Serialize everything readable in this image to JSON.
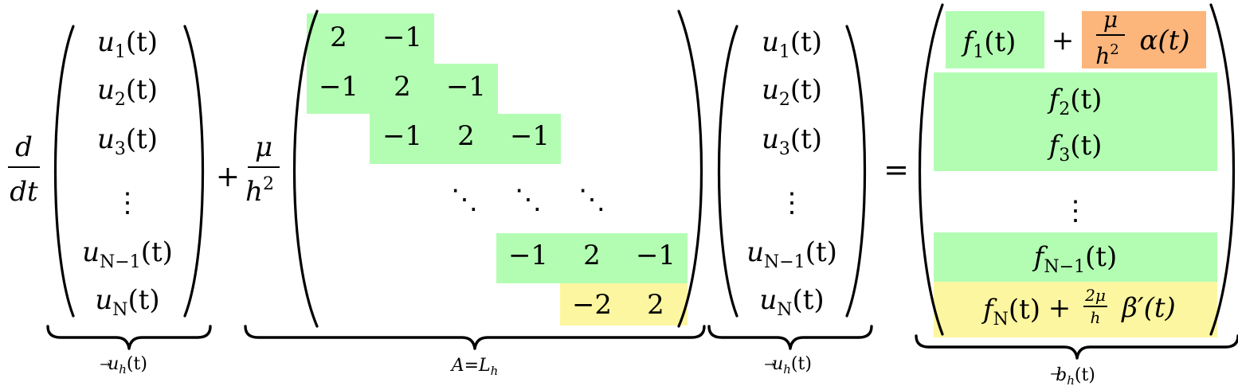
{
  "colors": {
    "green": "#b3fdb3",
    "orange": "#fcb57b",
    "yellow": "#fdf6a0",
    "text": "#000000",
    "background": "#ffffff"
  },
  "derivative": {
    "numerator": "d",
    "denominator": "dt"
  },
  "plus": "+",
  "equals": "=",
  "dots": {
    "vertical": "⋮",
    "diagonal": "⋱"
  },
  "u_vector": {
    "entries": [
      {
        "base": "u",
        "sub": "1",
        "arg": "(t)"
      },
      {
        "base": "u",
        "sub": "2",
        "arg": "(t)"
      },
      {
        "base": "u",
        "sub": "3",
        "arg": "(t)"
      },
      {
        "base": "u",
        "sub": "N−1",
        "arg": "(t)"
      },
      {
        "base": "u",
        "sub": "N",
        "arg": "(t)"
      }
    ],
    "brace_label": {
      "base": "u",
      "sub": "h",
      "arg": "(t)"
    }
  },
  "coefficient": {
    "numerator": "μ",
    "denominator": "h",
    "power": "2"
  },
  "matrix": {
    "rows": [
      [
        "2",
        "−1"
      ],
      [
        "−1",
        "2",
        "−1"
      ],
      [
        "−1",
        "2",
        "−1"
      ],
      [
        "⋱",
        "⋱",
        "⋱"
      ],
      [
        "−1",
        "2",
        "−1"
      ],
      [
        "−2",
        "2"
      ]
    ],
    "brace_label": {
      "text": "A=",
      "script": "L",
      "sub": "h"
    }
  },
  "b_vector": {
    "row1": {
      "f": {
        "base": "f",
        "sub": "1",
        "arg": "(t)"
      },
      "plus": "+",
      "frac": {
        "numerator": "μ",
        "denominator": "h",
        "power": "2"
      },
      "term": "α(t)"
    },
    "rows": [
      {
        "base": "f",
        "sub": "2",
        "arg": "(t)"
      },
      {
        "base": "f",
        "sub": "3",
        "arg": "(t)"
      },
      {
        "base": "f",
        "sub": "N−1",
        "arg": "(t)"
      }
    ],
    "last": {
      "f": {
        "base": "f",
        "sub": "N",
        "arg": "(t)"
      },
      "plus": "+",
      "frac": {
        "numerator": "2μ",
        "denominator": "h"
      },
      "term": "β′(t)"
    },
    "brace_label": {
      "base": "b",
      "sub": "h",
      "arg": "(t)"
    }
  },
  "arrow": "→"
}
